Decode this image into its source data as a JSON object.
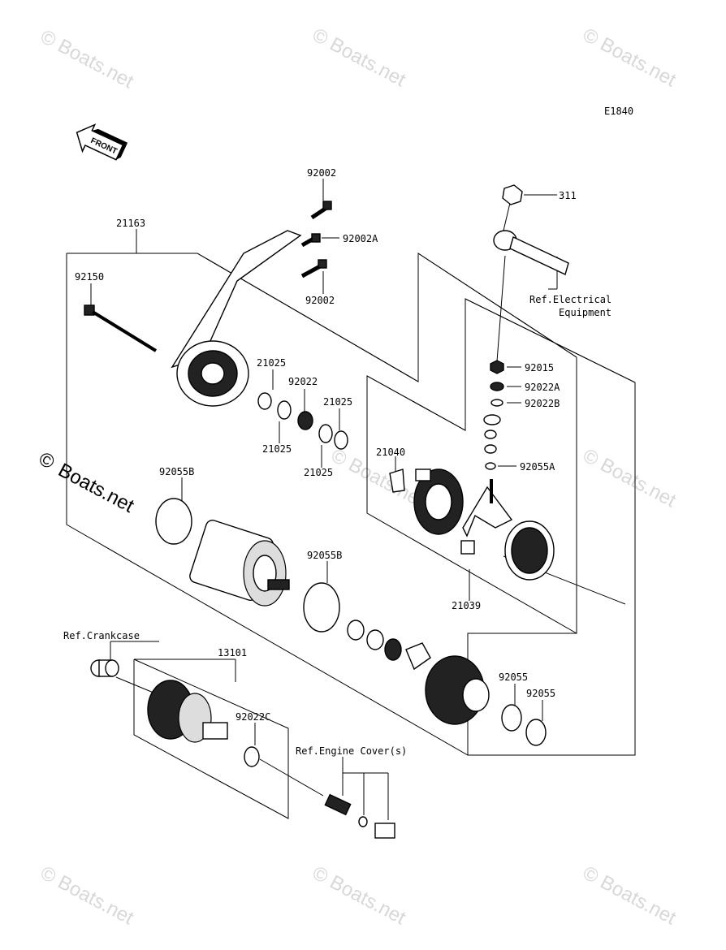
{
  "diagram_code": "E1840",
  "front_label": "FRONT",
  "watermark": "© Boats.net",
  "watermark_main_symbol": "©",
  "watermark_main_text": "Boats.net",
  "labels": {
    "p92002_top": "92002",
    "p21163": "21163",
    "p92002A": "92002A",
    "p92150": "92150",
    "p92002_low": "92002",
    "p311": "311",
    "ref_electrical_1": "Ref.Electrical",
    "ref_electrical_2": "Equipment",
    "p21025_a": "21025",
    "p92022": "92022",
    "p21025_b": "21025",
    "p21025_c": "21025",
    "p21025_d": "21025",
    "p92015": "92015",
    "p92022A": "92022A",
    "p92022B": "92022B",
    "p21040": "21040",
    "p92055A": "92055A",
    "p92055B_a": "92055B",
    "p92055B_b": "92055B",
    "p21039": "21039",
    "ref_crankcase": "Ref.Crankcase",
    "p13101": "13101",
    "p92055_a": "92055",
    "p92055_b": "92055",
    "p92022C": "92022C",
    "ref_engine_cover": "Ref.Engine Cover(s)"
  }
}
